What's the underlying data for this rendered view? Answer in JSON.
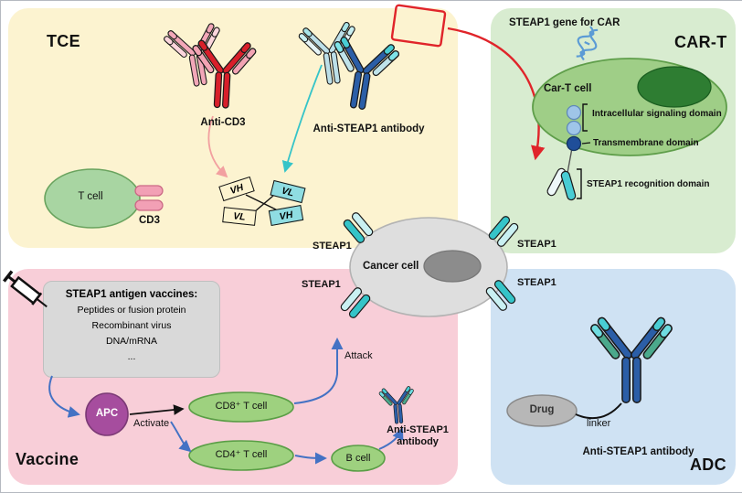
{
  "colors": {
    "tce_panel_bg": "#fcf3d0",
    "cart_panel_bg": "#d8ecd0",
    "vaccine_panel_bg": "#f8ced8",
    "adc_panel_bg": "#cfe2f3",
    "anti_cd3_red": "#d81f2a",
    "anti_cd3_pink": "#f2a7b8",
    "antibody_blue": "#2b5ea7",
    "antibody_teal": "#4ba98c",
    "steap1_cyan": "#49cdd4",
    "t_cell_green": "#a8d5a2",
    "cart_cell_green": "#9fce87",
    "nucleus_dark_green": "#2e7d32",
    "apc_purple": "#a64d9e",
    "cancer_cell_gray": "#dedede",
    "arrow_red": "#e0242a",
    "arrow_blue": "#4472c4",
    "arrow_pink": "#f2a0a0",
    "arrow_cyan": "#35c4c8"
  },
  "tce": {
    "title": "TCE",
    "anti_cd3_label": "Anti-CD3",
    "anti_steap1_label": "Anti-STEAP1 antibody",
    "t_cell_label": "T cell",
    "cd3_label": "CD3",
    "vh_label": "VH",
    "vl_label": "VL"
  },
  "cart": {
    "title": "CAR-T",
    "gene_label": "STEAP1 gene for CAR",
    "cell_label": "Car-T cell",
    "intracellular_label": "Intracellular signaling domain",
    "transmembrane_label": "Transmembrane domain",
    "recognition_label": "STEAP1 recognition domain"
  },
  "vaccine": {
    "title": "Vaccine",
    "box_title": "STEAP1 antigen vaccines:",
    "box_lines": [
      "Peptides or fusion protein",
      "Recombinant virus",
      "DNA/mRNA",
      "..."
    ],
    "apc_label": "APC",
    "activate_label": "Activate",
    "cd8_label": "CD8⁺ T cell",
    "cd4_label": "CD4⁺ T cell",
    "b_cell_label": "B cell",
    "attack_label": "Attack",
    "antibody_line1": "Anti-STEAP1",
    "antibody_line2": "antibody"
  },
  "adc": {
    "title": "ADC",
    "drug_label": "Drug",
    "linker_label": "linker",
    "antibody_label": "Anti-STEAP1 antibody"
  },
  "center": {
    "cancer_cell_label": "Cancer cell",
    "steap1_label": "STEAP1"
  }
}
